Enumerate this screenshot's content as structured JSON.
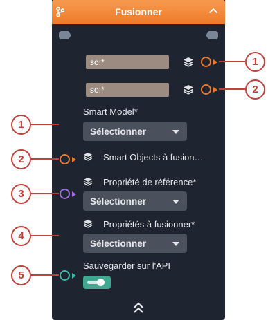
{
  "header": {
    "title": "Fusionner",
    "left_icon": "branch-icon",
    "right_icon": "chevron-up-icon",
    "gradient_top": "#f79a4e",
    "gradient_bottom": "#ee7a2a"
  },
  "inputs": [
    {
      "value": "so:*"
    },
    {
      "value": "so:*"
    }
  ],
  "fields": {
    "smart_model": {
      "label": "Smart Model*",
      "select_label": "Sélectionner"
    },
    "smart_objects": {
      "label": "Smart Objects à fusion…"
    },
    "reference_property": {
      "label": "Propriété de référence*",
      "select_label": "Sélectionner"
    },
    "merge_properties": {
      "label": "Propriétés à fusionner*",
      "select_label": "Sélectionner"
    },
    "save_api": {
      "label": "Sauvegarder sur l'API",
      "toggle_on": true
    }
  },
  "callouts": {
    "right": [
      "1",
      "2"
    ],
    "left": [
      "1",
      "2",
      "3",
      "4",
      "5"
    ]
  },
  "colors": {
    "node_bg": "#1f2530",
    "accent_orange": "#ee7a2a",
    "port_purple": "#a46de0",
    "port_teal": "#3fb7a6",
    "callout_red": "#c0413b",
    "select_bg": "#4b515c",
    "toggle_on": "#3fa890"
  },
  "icons": [
    "branch-icon",
    "chevron-up-icon",
    "layers-icon",
    "chevron-down-icon",
    "double-chevron-up-icon"
  ]
}
